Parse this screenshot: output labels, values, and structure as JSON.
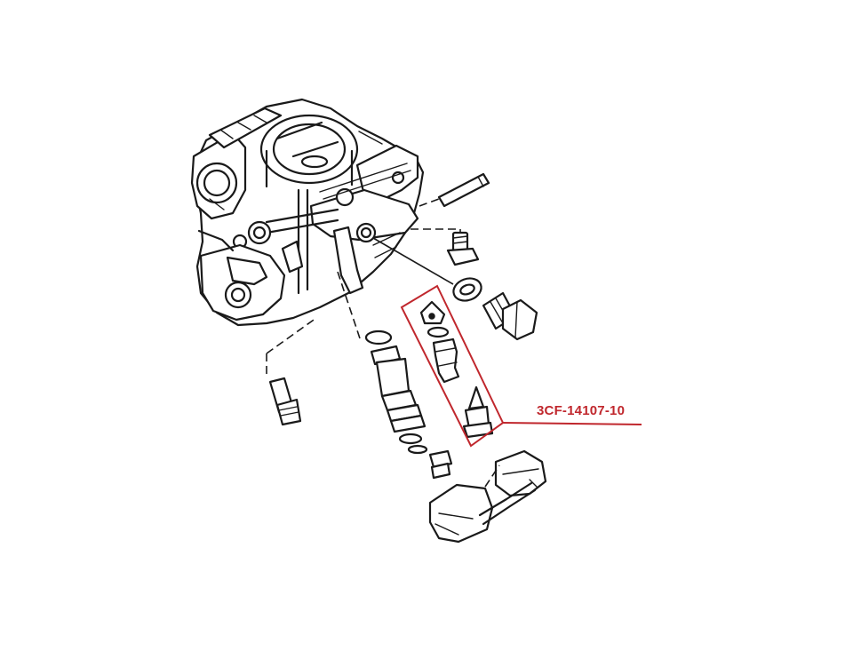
{
  "diagram": {
    "part_callout": {
      "number": "3CF-14107-10",
      "highlight_color": "#c0272d"
    },
    "components": [
      {
        "name": "carburetor-body"
      },
      {
        "name": "float-pin"
      },
      {
        "name": "screw-small"
      },
      {
        "name": "washer"
      },
      {
        "name": "drain-bolt"
      },
      {
        "name": "needle-valve-seat-assembly"
      },
      {
        "name": "main-jet-holder"
      },
      {
        "name": "pilot-jet"
      },
      {
        "name": "float"
      }
    ]
  }
}
